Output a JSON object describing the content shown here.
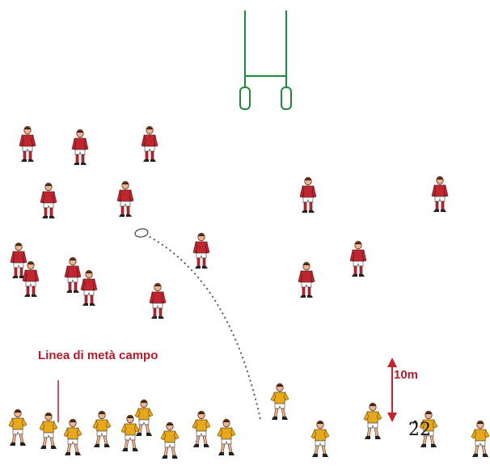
{
  "labels": {
    "halfway_line": "Linea di metà campo",
    "distance": "10m",
    "player_number": "2̂2"
  },
  "colors": {
    "posts": "#1e8a3c",
    "defending_team_shirt": "#c0262f",
    "attacking_team_shirt": "#e8a81c",
    "label_text": "#b01c2c",
    "arrow": "#c0262f",
    "kick_path": "#555555"
  },
  "icons": {
    "posts": "rugby-posts-icon",
    "ball": "rugby-ball-icon",
    "arrow": "double-arrow-icon"
  }
}
